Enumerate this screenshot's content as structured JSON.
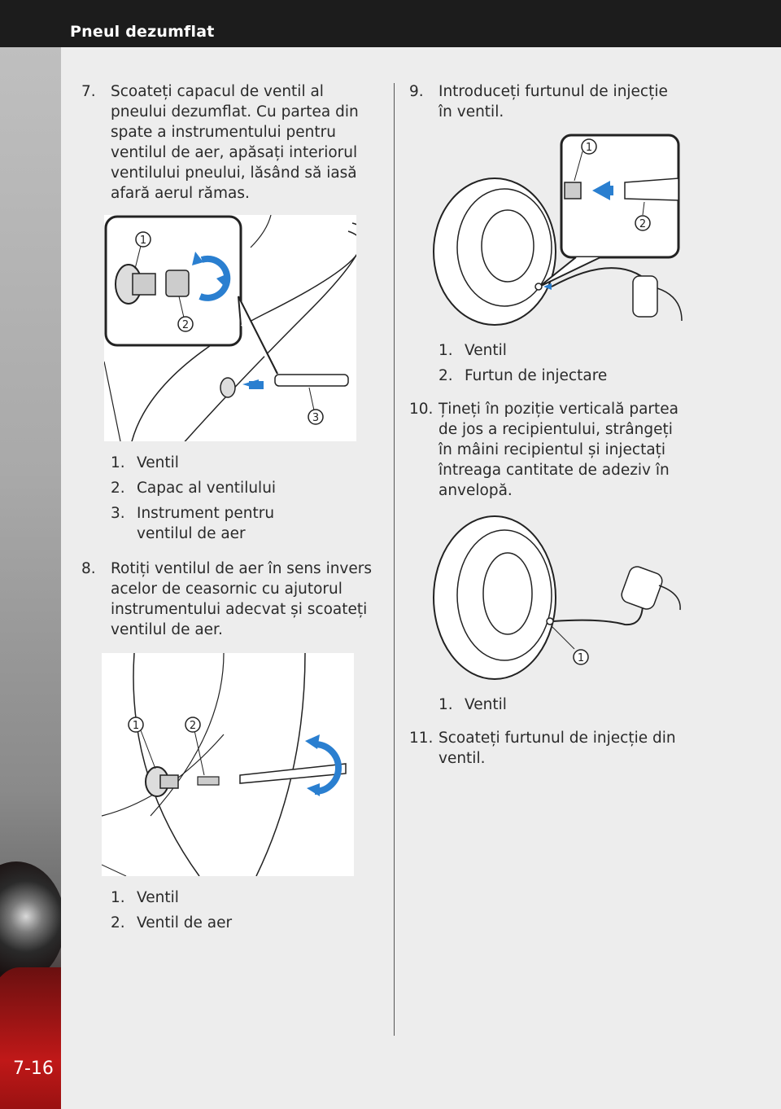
{
  "header": {
    "title": "Pneul dezumflat"
  },
  "page_number": "7-16",
  "left": {
    "step7": {
      "num": "7.",
      "text": "Scoateți capacul de ventil al pneului dezumflat. Cu partea din spate a instrumentului pentru ventilul de aer, apăsați interiorul ventilului pneului, lăsând să iasă afară aerul rămas."
    },
    "fig1_legend": [
      {
        "num": "1.",
        "label": "Ventil"
      },
      {
        "num": "2.",
        "label": "Capac al ventilului"
      },
      {
        "num": "3.",
        "label": "Instrument pentru ventilul de aer"
      }
    ],
    "step8": {
      "num": "8.",
      "text": "Rotiți ventilul de aer în sens invers acelor de ceasornic cu ajutorul instrumentului adecvat și scoateți ventilul de aer."
    },
    "fig2_legend": [
      {
        "num": "1.",
        "label": "Ventil"
      },
      {
        "num": "2.",
        "label": "Ventil de aer"
      }
    ]
  },
  "right": {
    "step9": {
      "num": "9.",
      "text": "Introduceți furtunul de injecție în ventil."
    },
    "fig3_legend": [
      {
        "num": "1.",
        "label": "Ventil"
      },
      {
        "num": "2.",
        "label": "Furtun de injectare"
      }
    ],
    "step10": {
      "num": "10.",
      "text": "Țineți în poziție verticală partea de jos a recipientului, strângeți în mâini recipientul și injectați întreaga cantitate de adeziv în anvelopă."
    },
    "fig4_legend": [
      {
        "num": "1.",
        "label": "Ventil"
      }
    ],
    "step11": {
      "num": "11.",
      "text": "Scoateți furtunul de injecție din ventil."
    }
  },
  "callouts": {
    "c1": "1",
    "c2": "2",
    "c3": "3"
  },
  "colors": {
    "arrow_blue": "#2a7fd0",
    "topbar": "#1c1c1c"
  }
}
